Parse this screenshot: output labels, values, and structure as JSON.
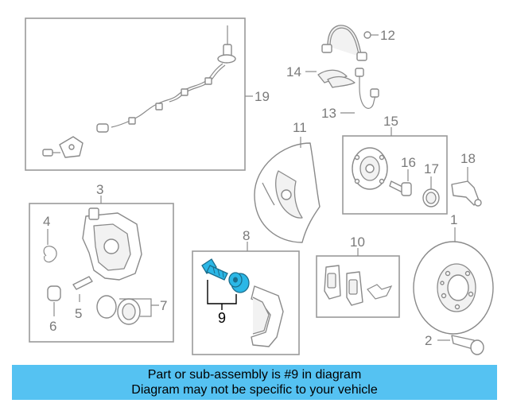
{
  "diagram": {
    "callouts": {
      "c1": "1",
      "c2": "2",
      "c3": "3",
      "c4": "4",
      "c5": "5",
      "c6": "6",
      "c7": "7",
      "c8": "8",
      "c9": "9",
      "c10": "10",
      "c11": "11",
      "c12": "12",
      "c13": "13",
      "c14": "14",
      "c15": "15",
      "c16": "16",
      "c17": "17",
      "c18": "18",
      "c19": "19"
    },
    "highlight_color": "#2bb7e6"
  },
  "banner": {
    "line1": "Part or sub-assembly is #9 in diagram",
    "line2": "Diagram may not be specific to your vehicle",
    "background": "#55c2f2"
  }
}
